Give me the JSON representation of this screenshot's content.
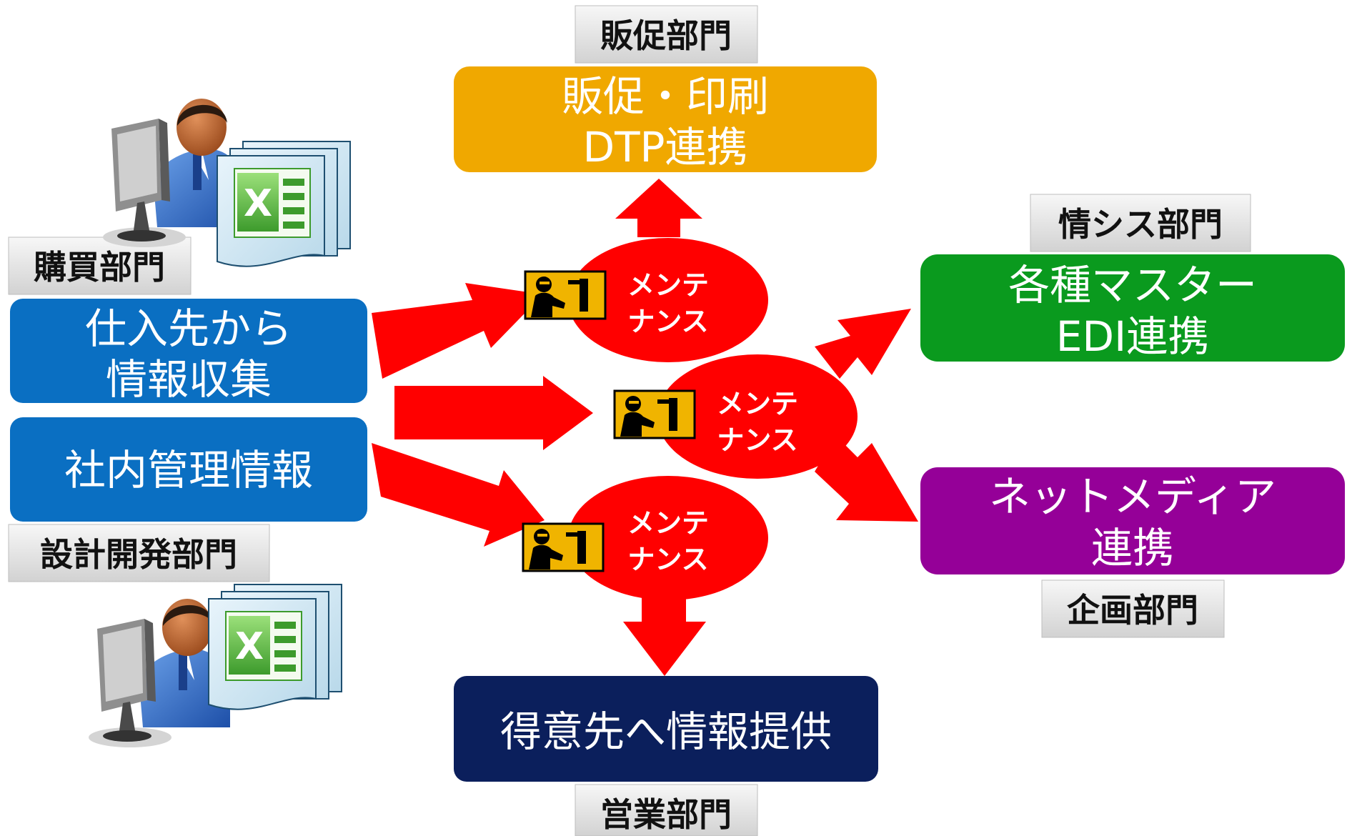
{
  "departments": {
    "sales_promo": "販促部門",
    "purchasing": "購買部門",
    "design_dev": "設計開発部門",
    "info_sys": "情シス部門",
    "planning": "企画部門",
    "sales": "営業部門"
  },
  "boxes": {
    "print": {
      "line1": "販促・印刷",
      "line2": "DTP連携",
      "color": "#f0a800"
    },
    "supplier": {
      "line1": "仕入先から",
      "line2": "情報収集",
      "color": "#0a6fc2"
    },
    "internal": {
      "line1": "社内管理情報",
      "color": "#0a6fc2"
    },
    "master": {
      "line1": "各種マスター",
      "line2": "EDI連携",
      "color": "#0a9a1e"
    },
    "net_media": {
      "line1": "ネットメディア",
      "line2": "連携",
      "color": "#950098"
    },
    "customer": {
      "line1": "得意先へ情報提供",
      "color": "#0b1f5c"
    }
  },
  "maintenance": {
    "line1": "メンテ",
    "line2": "ナンス",
    "color": "#ff0000"
  },
  "icons": {
    "user": "user-at-computer-icon",
    "spreadsheet": "spreadsheet-file-icon",
    "worker": "maintenance-worker-icon"
  },
  "arrow_color": "#ff0000"
}
